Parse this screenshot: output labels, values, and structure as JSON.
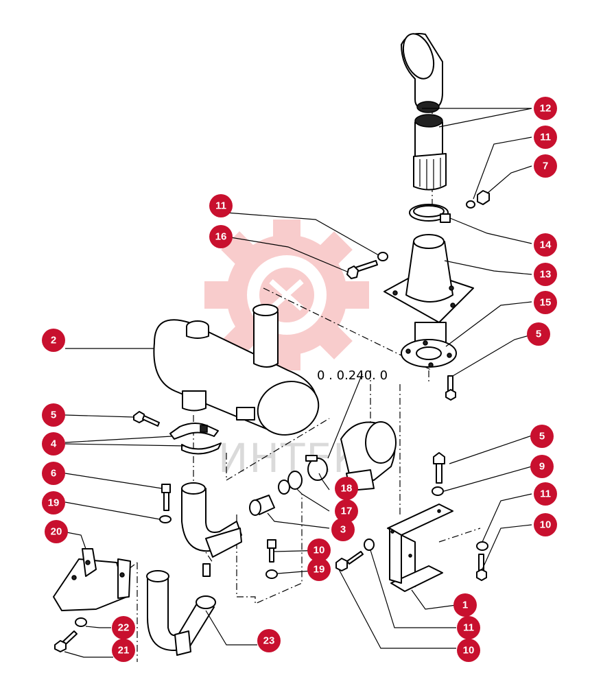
{
  "diagram": {
    "callouts": {
      "c12": "12",
      "c11a": "11",
      "c7": "7",
      "c11b": "11",
      "c16": "16",
      "c14": "14",
      "c13": "13",
      "c15": "15",
      "c2": "2",
      "c5a": "5",
      "c5b": "5",
      "c4": "4",
      "c9": "9",
      "c6": "6",
      "c11c": "11",
      "c10a": "10",
      "c19a": "19",
      "c18": "18",
      "c17": "17",
      "c3": "3",
      "c10b": "10",
      "c19b": "19",
      "c20": "20",
      "c1": "1",
      "c22": "22",
      "c11d": "11",
      "c21": "21",
      "c23": "23",
      "c10c": "10"
    },
    "reference": "0 . 0.240. 0",
    "watermark": "ИНТЕК",
    "colors": {
      "callout": "#c8102e",
      "watermark_gear": "#f4a3a3"
    }
  }
}
